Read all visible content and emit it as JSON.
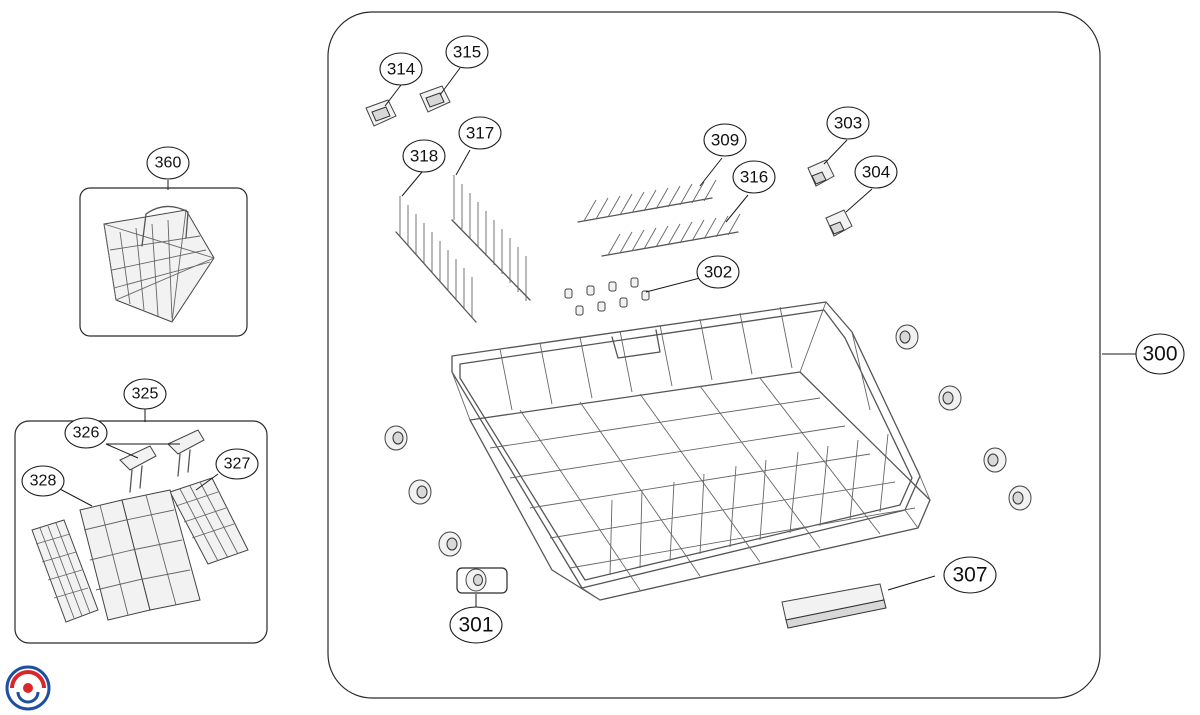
{
  "brand_colors": {
    "logo_red": "#d9262b",
    "logo_blue": "#1f4fa3"
  },
  "callouts": {
    "c300": "300",
    "c301": "301",
    "c302": "302",
    "c303": "303",
    "c304": "304",
    "c307": "307",
    "c309": "309",
    "c314": "314",
    "c315": "315",
    "c316": "316",
    "c317": "317",
    "c318": "318",
    "c325": "325",
    "c326": "326",
    "c327": "327",
    "c328": "328",
    "c360": "360"
  }
}
